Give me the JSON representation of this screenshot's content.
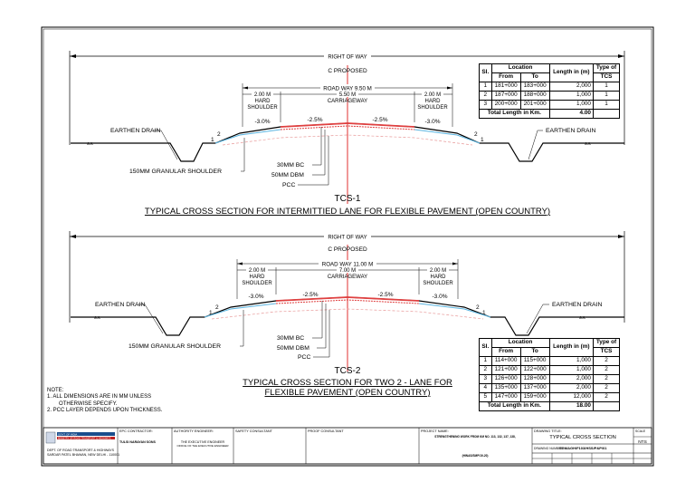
{
  "labels": {
    "right_of_way": "RIGHT OF WAY",
    "c_proposed": "C PROPOSED",
    "earthen_drain": "EARTHEN DRAIN",
    "hard": "HARD",
    "shoulder": "SHOULDER",
    "carriageway": "CARRIAGEWAY",
    "granular_shoulder": "150MM GRANULAR SHOULDER",
    "bc": "30MM BC",
    "dbm": "50MM DBM",
    "pcc": "PCC",
    "slope_2": "2",
    "slope_1": "1"
  },
  "section1": {
    "road_way": "ROAD WAY 9.50 M",
    "shoulder_width": "2.00 M",
    "carriageway_width": "5.50 M",
    "slope_shoulder": "-3.0%",
    "slope_carriage_left": "-2.5%",
    "slope_carriage_right": "-2.5%",
    "slope_shoulder_right": "-3.0%",
    "tcs_label": "TCS-1",
    "title": "TYPICAL CROSS SECTION FOR INTERMITTIED LANE FOR FLEXIBLE PAVEMENT (OPEN COUNTRY)"
  },
  "section2": {
    "road_way": "ROAD WAY 11.00 M",
    "shoulder_width": "2.00 M",
    "carriageway_width": "7.00 M",
    "slope_shoulder": "-3.0%",
    "slope_carriage_left": "-2.5%",
    "slope_carriage_right": "-2.5%",
    "slope_shoulder_right": "-3.0%",
    "tcs_label": "TCS-2",
    "title_line1": "TYPICAL CROSS SECTION FOR TWO 2 - LANE FOR",
    "title_line2": "FLEXIBLE PAVEMENT (OPEN COUNTRY)"
  },
  "table_headers": {
    "sl": "SI.",
    "location": "Location",
    "from": "From",
    "to": "To",
    "length": "Length in (m)",
    "type_of": "Type of",
    "tcs": "TCS",
    "total": "Total Length in Km."
  },
  "table1": {
    "rows": [
      [
        "1",
        "181+000",
        "183+000",
        "2,000",
        "1"
      ],
      [
        "2",
        "187+000",
        "188+000",
        "1,000",
        "1"
      ],
      [
        "3",
        "200+000",
        "201+000",
        "1,000",
        "1"
      ]
    ],
    "total": "4.00"
  },
  "table2": {
    "rows": [
      [
        "1",
        "114+000",
        "115+000",
        "1,000",
        "2"
      ],
      [
        "2",
        "121+000",
        "122+000",
        "1,000",
        "2"
      ],
      [
        "3",
        "126+000",
        "128+000",
        "2,000",
        "2"
      ],
      [
        "4",
        "135+000",
        "137+000",
        "2,000",
        "2"
      ],
      [
        "5",
        "147+000",
        "159+000",
        "12,000",
        "2"
      ]
    ],
    "total": "18.00"
  },
  "notes": {
    "heading": "NOTE:",
    "n1a": "1.     ALL DIMENSIONS ARE IN MM UNLESS",
    "n1b": "OTHERWISE SPECIFY.",
    "n2": "2.     PCC LAYER DEPENDS UPON THICKNESS."
  },
  "title_block": {
    "client_line1": "GOVT. OF INDIA",
    "client_line2": "MINISTRY OF ROAD TRANSPORT & HIGHWAYS",
    "client_line3": "DEPT. OF ROAD TRANSPORT & HIGHWAYS",
    "client_line4": "SARDAR PATEL BHAWAN, NEW DELHI - 110001",
    "epc_head": "EPC CONTRACTOR:",
    "epc_name": "TULSI NARAYAN SONS",
    "authority_head": "AUTHORITY ENGINEER:",
    "authority_line1": "THE EXECUTIVE ENGINEER",
    "authority_line2": "OFFICE OF THE EXECUTIVE ENGINEER",
    "safety_head": "SAFETY CONSULTANT",
    "proof_head": "PROOF CONSULTANT",
    "project_head": "PROJECT NAME:",
    "project_line1": "STRENGTHENING WORK FROM KM NO. 113, 132, 137, 138,",
    "project_line2": "(HINAS/SMP/19-20)",
    "drawing_title_head": "DRAWING TITLE:",
    "drawing_title": "TYPICAL CROSS SECTION",
    "drawing_number_head": "DRAWING NUMBER:",
    "drawing_number": "SGMAGH/F103/HSS/P&P/01",
    "scale_head": "SCALE",
    "scale": "NTS"
  },
  "colors": {
    "centerline": "#e03030",
    "pavement": "#e04040",
    "shoulder_layer": "#5ab4e0",
    "pcc": "#e89a9a"
  }
}
